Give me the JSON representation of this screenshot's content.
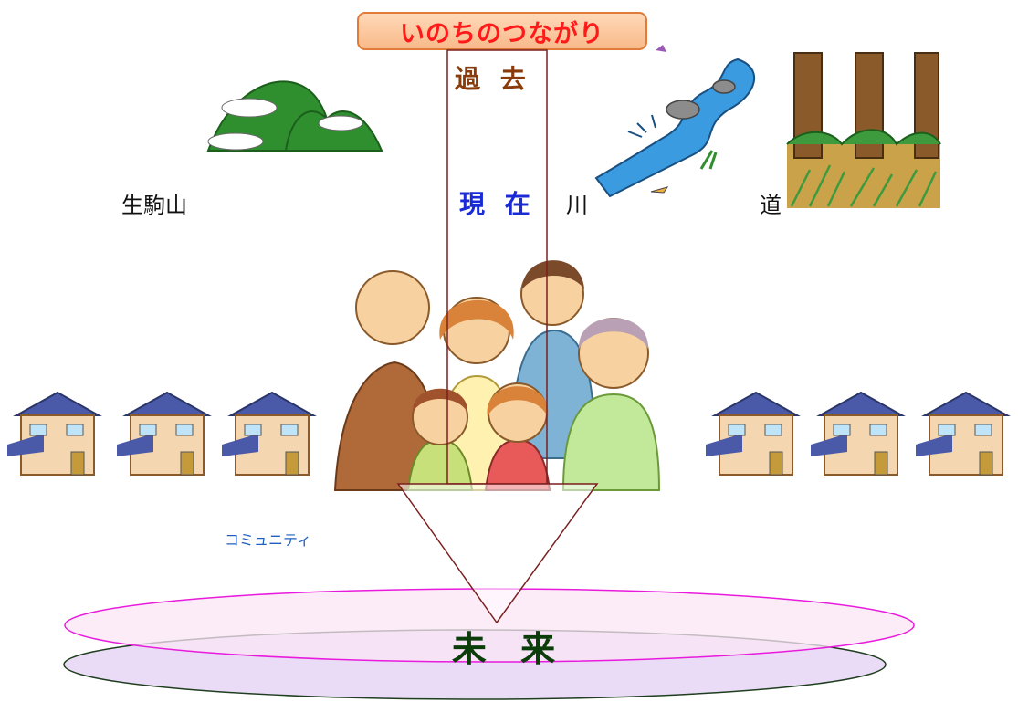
{
  "title": "いのちのつながり",
  "time": {
    "past": "過 去",
    "present": "現 在",
    "future": "未 来"
  },
  "nature": {
    "mountain": "生駒山",
    "river": "川",
    "road": "道"
  },
  "community": "コミュニティ",
  "colors": {
    "title_text": "#ff1a1a",
    "title_bg": "#f8b98a",
    "past": "#8a3b0b",
    "present": "#1a2bd6",
    "future": "#0b3d0b",
    "community": "#1f5fbf",
    "timeline_line": "#7a1f1f",
    "future_ellipse_top": "#e81bdc",
    "future_ellipse_bottom": "#1f3d1f"
  },
  "icons": [
    "mountain-icon",
    "river-icon",
    "forest-path-icon",
    "family-icon",
    "house-icon"
  ]
}
